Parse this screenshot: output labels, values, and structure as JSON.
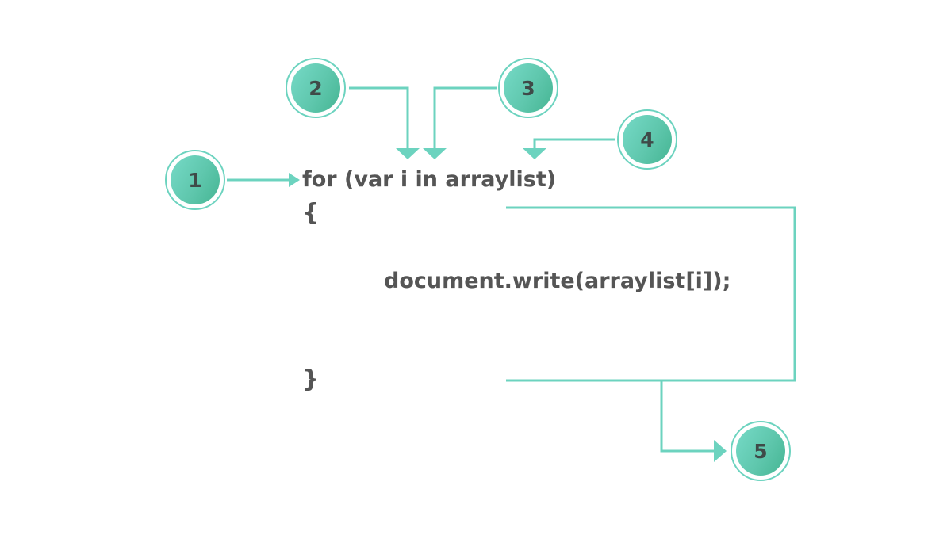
{
  "code": {
    "line_for": "for (var i in arraylist)",
    "line_open_brace": "{",
    "line_body": "document.write(arraylist[i]);",
    "line_close_brace": "}"
  },
  "markers": [
    {
      "label": "1"
    },
    {
      "label": "2"
    },
    {
      "label": "3"
    },
    {
      "label": "4"
    },
    {
      "label": "5"
    }
  ],
  "colors": {
    "accent": "#6cd3bf",
    "marker_fill_start": "#76dac7",
    "marker_fill_end": "#45b593",
    "code_text": "#555555",
    "marker_text": "#3f4a48",
    "background": "#ffffff"
  }
}
